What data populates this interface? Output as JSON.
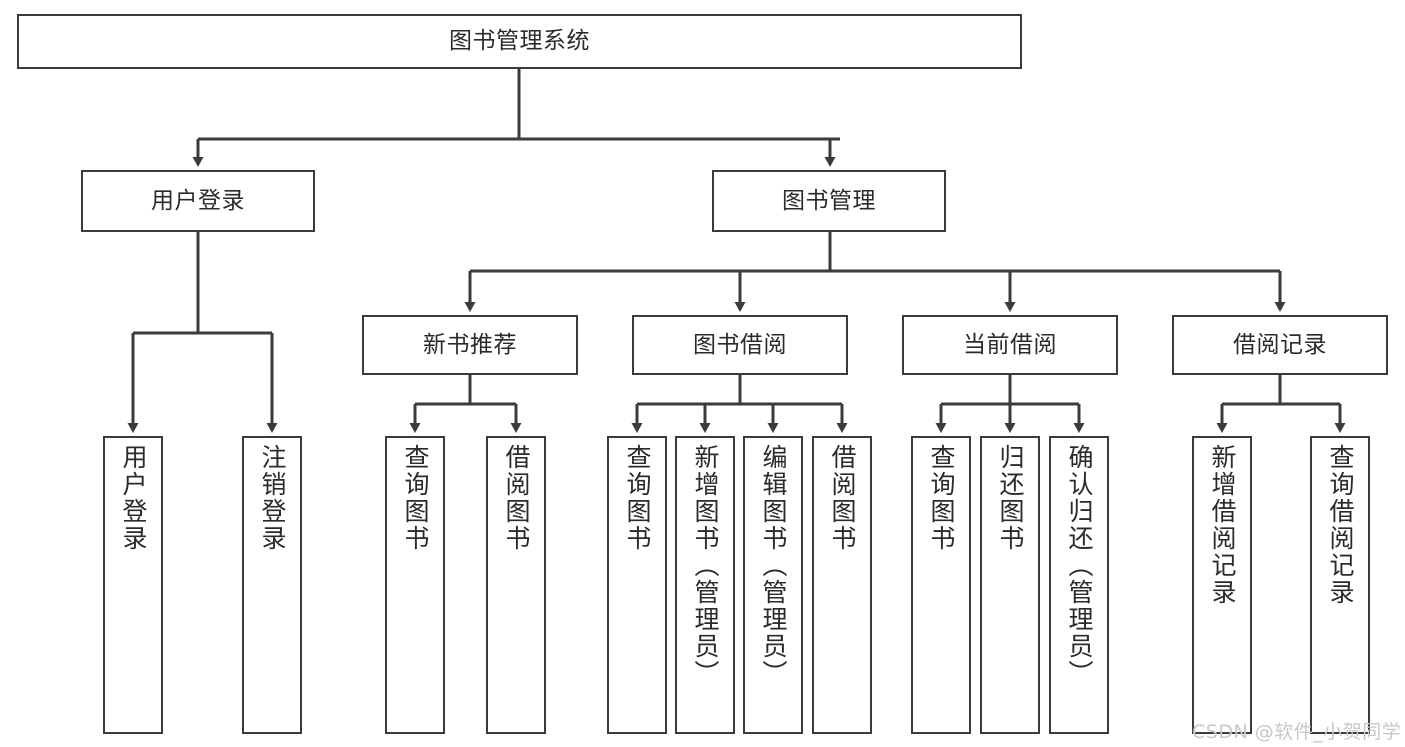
{
  "diagram": {
    "title": "图书管理系统",
    "watermark": "CSDN @软件_小贺同学",
    "stroke_color": "#3b3b3b",
    "text_color": "#2b2b2b",
    "watermark_color": "#c8c8c8",
    "background_color": "#ffffff"
  },
  "nodes": {
    "root": {
      "label": "图书管理系统"
    },
    "level1": [
      {
        "label": "用户登录"
      },
      {
        "label": "图书管理"
      }
    ],
    "level2": [
      {
        "label": "新书推荐"
      },
      {
        "label": "图书借阅"
      },
      {
        "label": "当前借阅"
      },
      {
        "label": "借阅记录"
      }
    ],
    "leaves": {
      "user_login": [
        {
          "label": "用户登录"
        },
        {
          "label": "注销登录"
        }
      ],
      "new_book": [
        {
          "label": "查询图书"
        },
        {
          "label": "借阅图书"
        }
      ],
      "book_borrow": [
        {
          "label": "查询图书"
        },
        {
          "label": "新增图书（管理员）"
        },
        {
          "label": "编辑图书（管理员）"
        },
        {
          "label": "借阅图书"
        }
      ],
      "current_borrow": [
        {
          "label": "查询图书"
        },
        {
          "label": "归还图书"
        },
        {
          "label": "确认归还（管理员）"
        }
      ],
      "borrow_record": [
        {
          "label": "新增借阅记录"
        },
        {
          "label": "查询借阅记录"
        }
      ]
    }
  }
}
